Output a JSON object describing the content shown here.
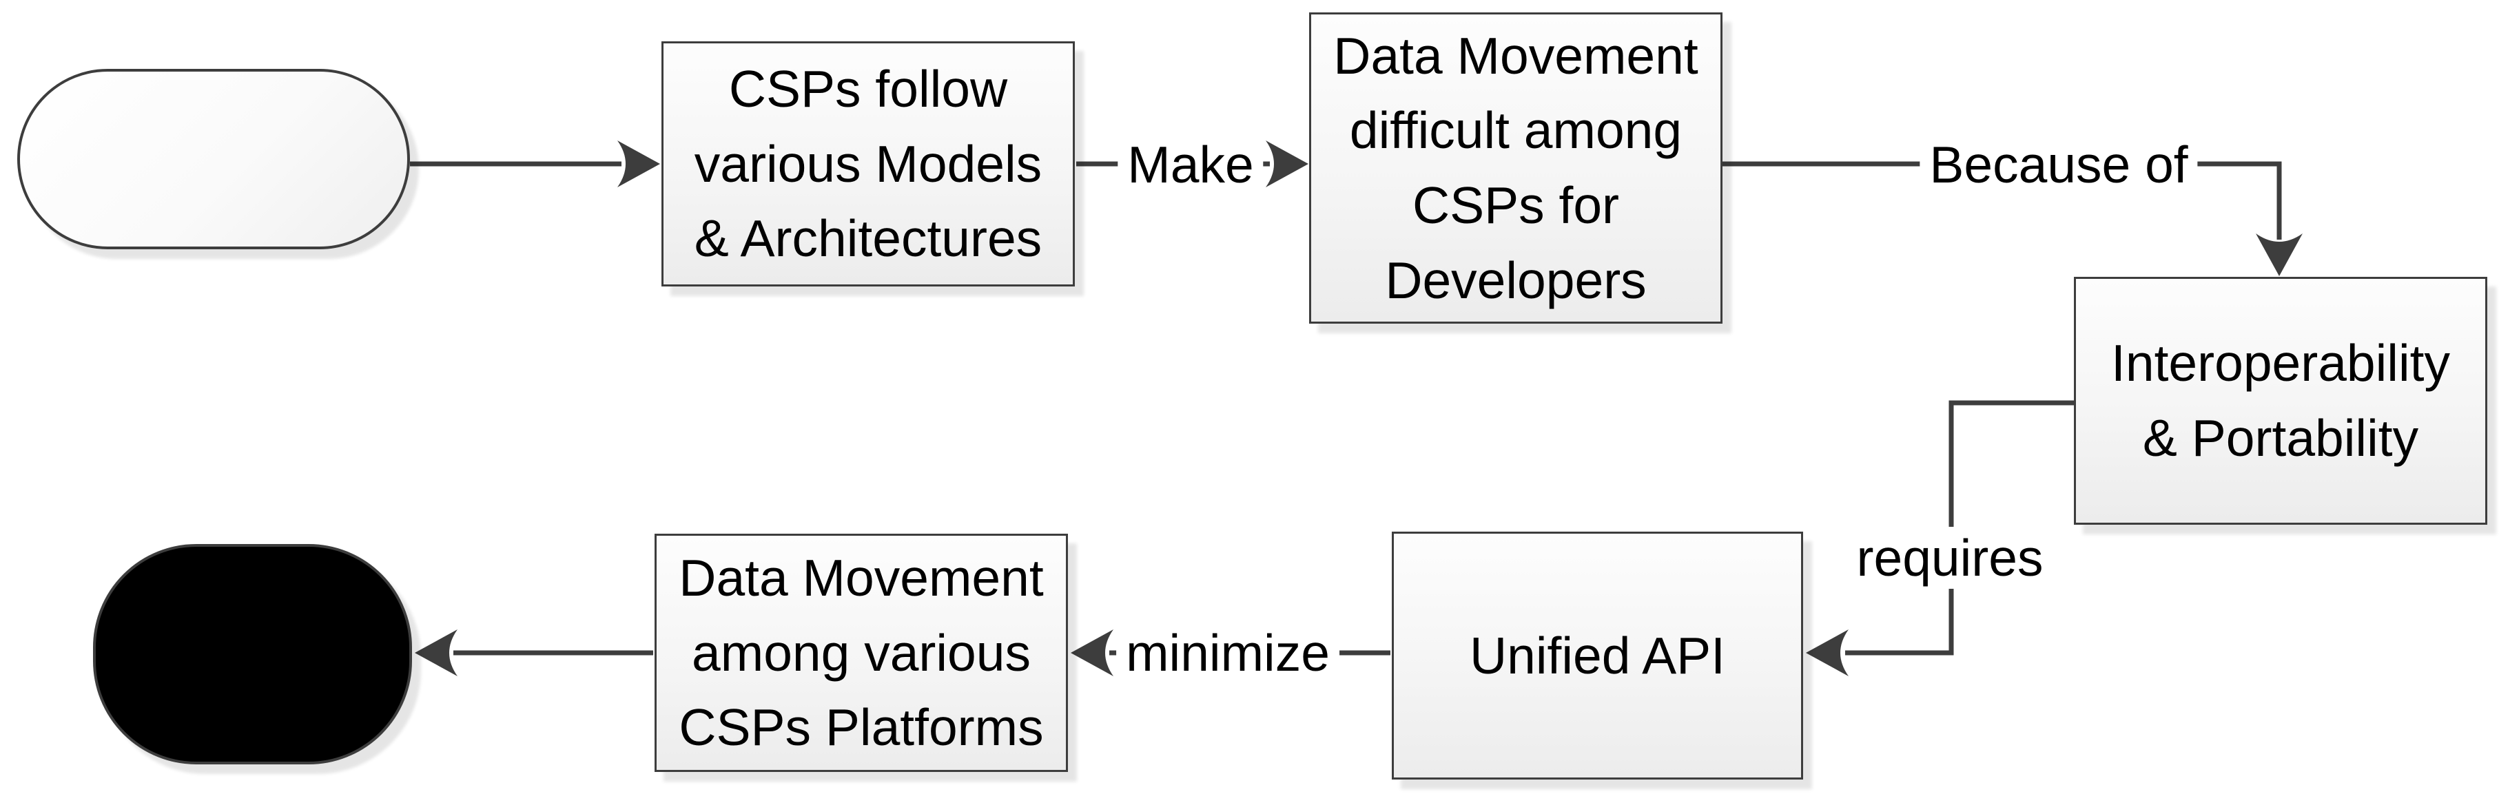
{
  "diagram": {
    "title": "Cloud data-movement flowchart",
    "background": "#ffffff",
    "colors": {
      "line": "#3d3d3d",
      "box_border": "#3d3d3d",
      "box_fill_top": "#fdfdfd",
      "box_fill_bottom": "#ececec",
      "text": "#000000",
      "start_fill": "#ffffff",
      "end_fill": "#000000"
    },
    "nodes": {
      "start": {
        "type": "terminator",
        "label": ""
      },
      "models": {
        "type": "process",
        "label": "CSPs follow\nvarious Models\n& Architectures"
      },
      "difficulty": {
        "type": "process",
        "label": "Data Movement\ndifficult among\nCSPs for\nDevelopers"
      },
      "interop": {
        "type": "process",
        "label": "Interoperability\n& Portability"
      },
      "api": {
        "type": "process",
        "label": "Unified API"
      },
      "movement": {
        "type": "process",
        "label": "Data Movement\namong various\nCSPs Platforms"
      },
      "end": {
        "type": "terminator",
        "label": ""
      }
    },
    "connectors": {
      "start_to_models": {
        "label": ""
      },
      "make": {
        "label": "Make"
      },
      "because": {
        "label": "Because of"
      },
      "requires": {
        "label": "requires"
      },
      "minimize": {
        "label": "minimize"
      },
      "movement_to_end": {
        "label": ""
      }
    }
  }
}
